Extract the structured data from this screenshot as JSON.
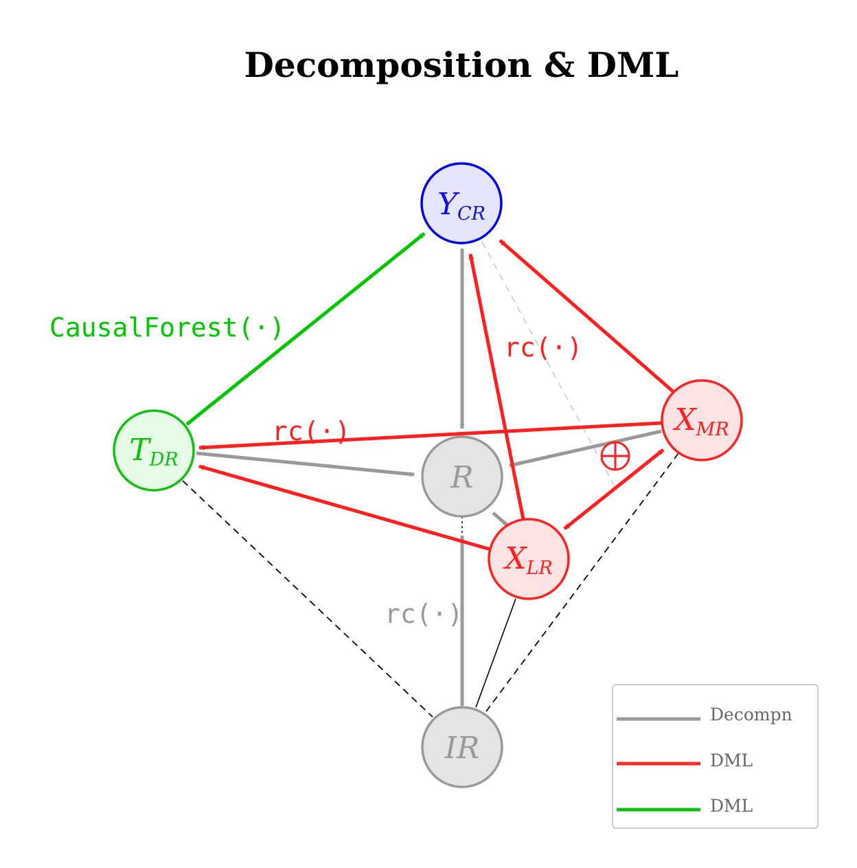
{
  "title": "Decomposition & DML",
  "colors": {
    "decomp": "#999999",
    "dml_red": "#ff1f1f",
    "dml_green": "#00c800",
    "y_stroke": "#0000ee",
    "y_fill": "#e4e4fb",
    "t_stroke": "#10c010",
    "t_fill": "#e6fbe6",
    "x_stroke": "#ff2020",
    "x_fill": "#fde3e3",
    "gray_fill": "#e4e4e4",
    "gray_stroke": "#999999"
  },
  "nodes": {
    "ycr": {
      "main": "Y",
      "sub": "CR"
    },
    "tdr": {
      "main": "T",
      "sub": "DR"
    },
    "r": {
      "main": "R",
      "sub": ""
    },
    "xmr": {
      "main": "X",
      "sub": "MR"
    },
    "xlr": {
      "main": "X",
      "sub": "LR"
    },
    "ir": {
      "main": "IR",
      "sub": ""
    }
  },
  "labels": {
    "causal_forest": "CausalForest(·)",
    "rc_top": "rc(·)",
    "rc_mid": "rc(·)",
    "rc_gray": "rc(·)",
    "oplus": "⊕"
  },
  "legend": {
    "items": [
      {
        "label": "Decompn",
        "color": "#999999"
      },
      {
        "label": "DML",
        "color": "#ff2a2a"
      },
      {
        "label": "DML",
        "color": "#10c010"
      }
    ]
  }
}
